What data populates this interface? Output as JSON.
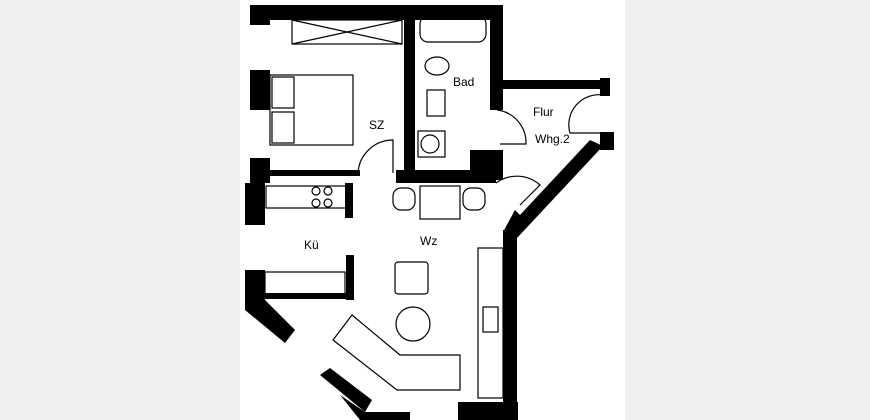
{
  "plan": {
    "rooms": {
      "bath": "Bad",
      "bedroom": "SZ",
      "hall": "Flur",
      "apartment": "Whg.2",
      "kitchen": "Kü",
      "living": "Wz"
    }
  }
}
